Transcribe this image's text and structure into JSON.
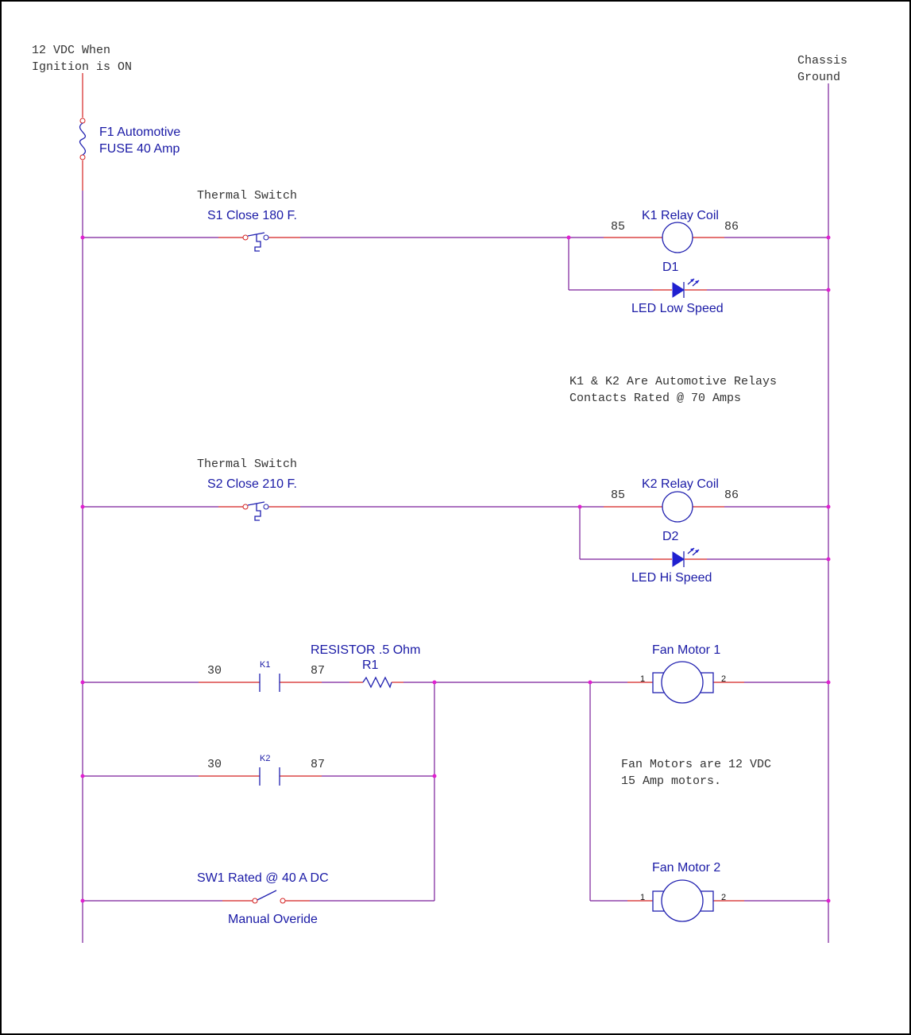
{
  "supply": {
    "line1": "12 VDC When",
    "line2": "Ignition is ON"
  },
  "ground": {
    "line1": "Chassis",
    "line2": "Ground"
  },
  "fuse": {
    "line1": "F1 Automotive",
    "line2": "FUSE 40 Amp"
  },
  "rung1": {
    "switch_title": "Thermal Switch",
    "switch_name": "S1 Close 180 F.",
    "coil_name": "K1 Relay Coil",
    "pin_a": "85",
    "pin_b": "86",
    "led_ref": "D1",
    "led_name": "LED Low Speed"
  },
  "note_relays": {
    "line1": "K1 & K2 Are Automotive Relays",
    "line2": "Contacts Rated @ 70 Amps"
  },
  "rung2": {
    "switch_title": "Thermal Switch",
    "switch_name": "S2 Close 210 F.",
    "coil_name": "K2 Relay Coil",
    "pin_a": "85",
    "pin_b": "86",
    "led_ref": "D2",
    "led_name": "LED Hi Speed"
  },
  "contact_k1": {
    "ref": "K1",
    "pin_a": "30",
    "pin_b": "87"
  },
  "resistor": {
    "name": "RESISTOR .5 Ohm",
    "ref": "R1"
  },
  "contact_k2": {
    "ref": "K2",
    "pin_a": "30",
    "pin_b": "87"
  },
  "motor1": {
    "name": "Fan Motor 1",
    "pin_a": "1",
    "pin_b": "2"
  },
  "note_motors": {
    "line1": "Fan Motors are 12 VDC",
    "line2": "15 Amp motors."
  },
  "motor2": {
    "name": "Fan Motor 2",
    "pin_a": "1",
    "pin_b": "2"
  },
  "sw1": {
    "name": "SW1 Rated @ 40 A DC",
    "label": "Manual Overide"
  },
  "colors": {
    "wire": "#7a1e9a",
    "lead": "#d42020",
    "component": "#2020b0",
    "junction": "#e020d0",
    "label": "#1a1aa6"
  }
}
